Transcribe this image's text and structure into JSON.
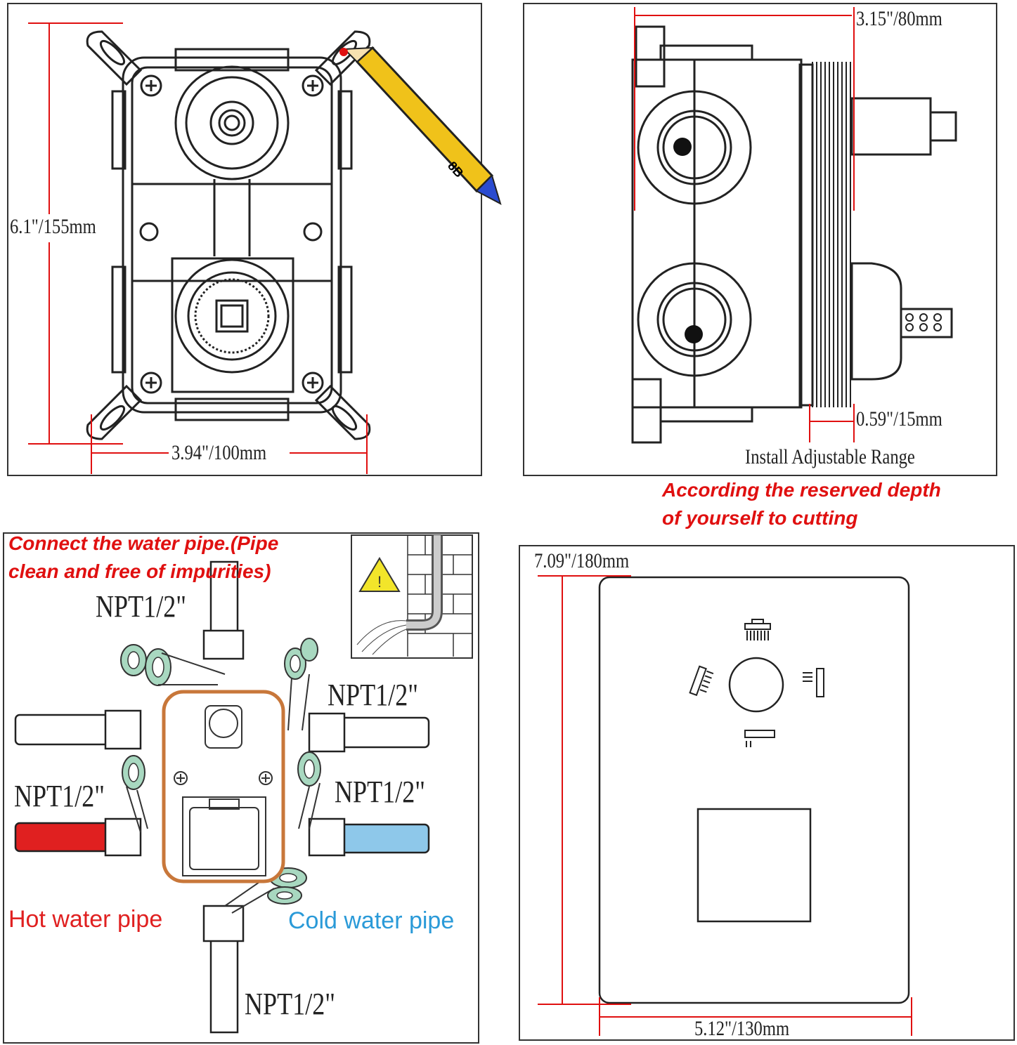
{
  "panel_top_left": {
    "height_dim": "6.1\"/155mm",
    "width_dim": "3.94\"/100mm",
    "pencil_mark": "8B"
  },
  "panel_top_right": {
    "depth_dim": "3.15\"/80mm",
    "range_dim": "0.59\"/15mm",
    "range_caption": "Install Adjustable Range",
    "note_line1": "According the reserved depth",
    "note_line2": "of yourself to cutting"
  },
  "panel_bottom_left": {
    "instruction_line1": "Connect the water pipe.(Pipe",
    "instruction_line2": "clean and free of impurities)",
    "thread_top": "NPT1/2\"",
    "thread_right_upper": "NPT1/2\"",
    "thread_left": "NPT1/2\"",
    "thread_right_lower": "NPT1/2\"",
    "thread_bottom": "NPT1/2\"",
    "hot_label": "Hot water pipe",
    "cold_label": "Cold water pipe",
    "warning_icon": "warning-triangle-icon"
  },
  "panel_bottom_right": {
    "height_dim": "7.09\"/180mm",
    "width_dim": "5.12\"/130mm"
  },
  "colors": {
    "dimension_red": "#e01010",
    "hot": "#e02020",
    "cold": "#8ec8ea",
    "cold_text": "#2a9ad8",
    "body_outline": "#c8773a",
    "tape": "#a8d8c0"
  }
}
